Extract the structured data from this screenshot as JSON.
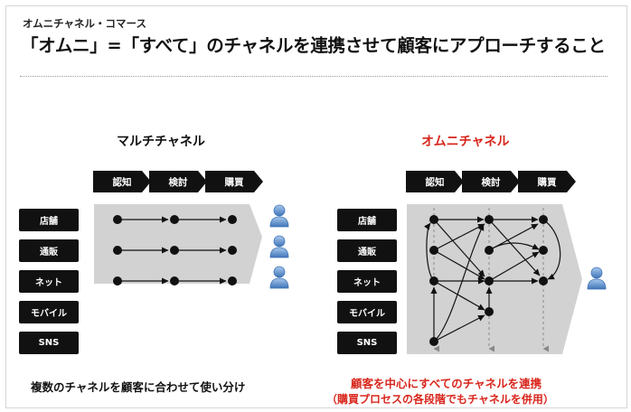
{
  "header": {
    "subtitle": "オムニチャネル・コマース",
    "headline": "「オムニ」=「すべて」のチャネルを連携させて顧客にアプローチすること"
  },
  "multi": {
    "title": "マルチチャネル",
    "stages": [
      "認知",
      "検討",
      "購買"
    ],
    "channels": [
      "店舗",
      "通販",
      "ネット",
      "モバイル",
      "SNS"
    ],
    "caption": "複数のチャネルを顧客に合わせて使い分け"
  },
  "omni": {
    "title": "オムニチャネル",
    "title_color": "#d8261c",
    "stages": [
      "認知",
      "検討",
      "購買"
    ],
    "channels": [
      "店舗",
      "通販",
      "ネット",
      "モバイル",
      "SNS"
    ],
    "caption_line1": "顧客を中心にすべてのチャネルを連携",
    "caption_line2": "（購買プロセスの各段階でもチャネルを併用）",
    "caption_color": "#d8261c"
  },
  "icons": {
    "customer": "person-icon",
    "customer_color": "#5b8fce"
  }
}
